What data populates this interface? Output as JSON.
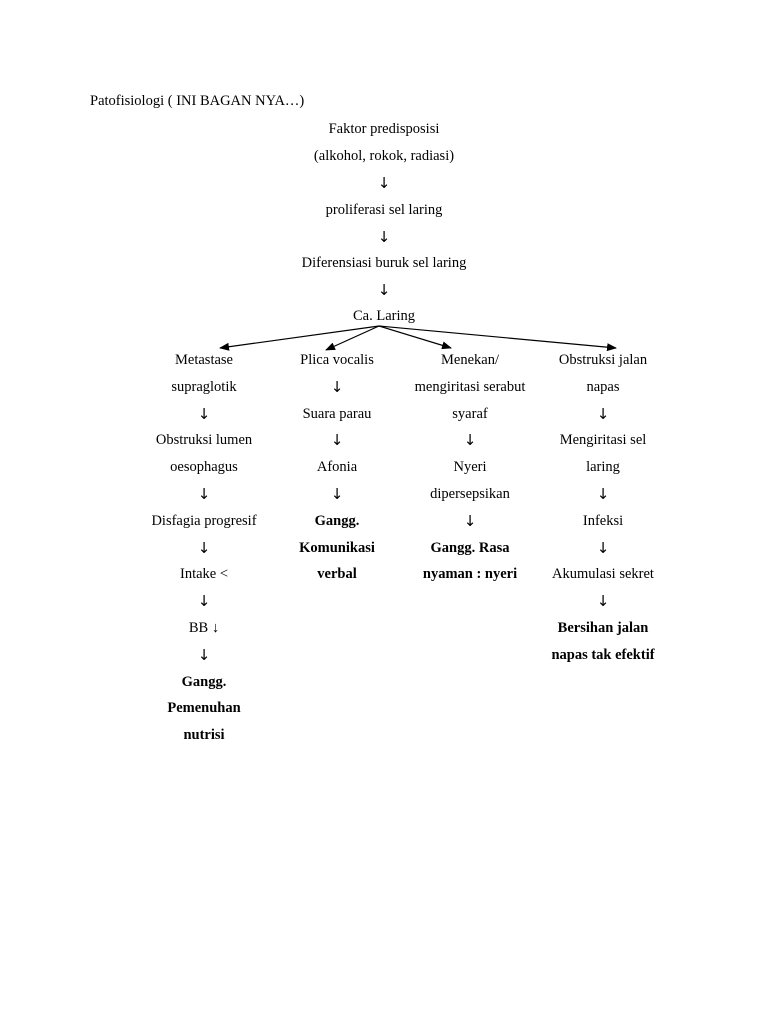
{
  "doc_title": "Patofisiologi ( INI BAGAN NYA…)",
  "arrow_down": "↓",
  "main_flow": {
    "factor_title": "Faktor predisposisi",
    "factor_detail": "(alkohol, rokok, radiasi)",
    "step2": "proliferasi sel laring",
    "step3": "Diferensiasi buruk sel laring",
    "root": "Ca. Laring"
  },
  "branches": [
    {
      "lines": [
        "Metastase",
        "supraglotik",
        "↓",
        "Obstruksi lumen",
        "oesophagus",
        "↓",
        "Disfagia progresif",
        "↓",
        "Intake <",
        "↓",
        "BB ↓",
        "↓"
      ],
      "result": [
        "Gangg.",
        "Pemenuhan",
        "nutrisi"
      ]
    },
    {
      "lines": [
        "Plica vocalis",
        "↓",
        "Suara parau",
        "↓",
        "Afonia",
        "↓"
      ],
      "result": [
        "Gangg.",
        "Komunikasi",
        "verbal"
      ]
    },
    {
      "lines": [
        "Menekan/",
        "mengiritasi serabut",
        "syaraf",
        "↓",
        "Nyeri",
        "dipersepsikan",
        "↓"
      ],
      "result": [
        "Gangg. Rasa",
        "nyaman : nyeri"
      ]
    },
    {
      "lines": [
        "Obstruksi jalan",
        "napas",
        "↓",
        "Mengiritasi sel",
        "laring",
        "↓",
        "Infeksi",
        "↓",
        "Akumulasi sekret",
        "↓"
      ],
      "result": [
        "Bersihan jalan",
        "napas tak efektif"
      ]
    }
  ]
}
